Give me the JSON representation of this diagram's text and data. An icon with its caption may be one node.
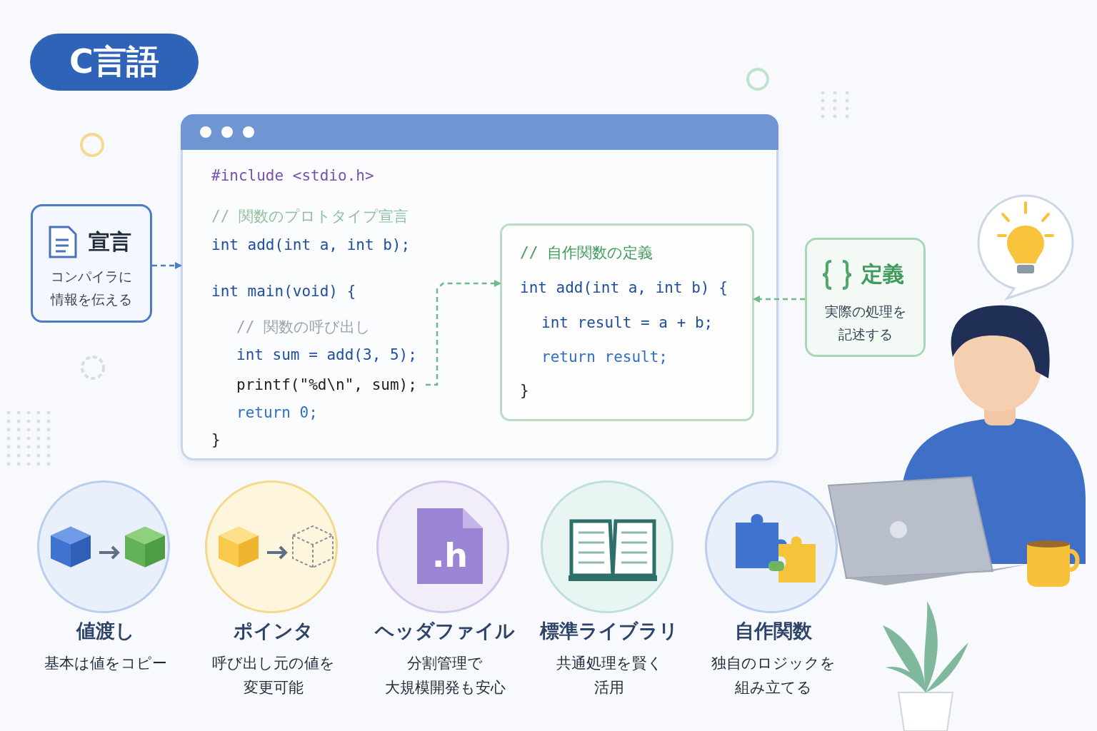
{
  "diagram": {
    "nodes": [
      {
        "text": [
          "C言語"
        ]
      },
      {
        "text": [
          "#include <stdio.h>",
          "// 関数のプロトタイプ宣言",
          "int add(int a, int b);",
          "int main(void) {",
          "// 関数の呼び出し",
          "int sum = add(3, 5);",
          "printf(\"%d\\n\", sum);",
          "return 0;",
          "}"
        ]
      },
      {
        "text": [
          "// 自作関数の定義",
          "int add(int a, int b) {",
          "int result = a + b;",
          "return result;",
          "}"
        ],
        "in": 1
      },
      {
        "text": [
          "宣言",
          "コンパイラに情報を伝える"
        ]
      },
      {
        "text": [
          "定義",
          "実際の処理を記述する"
        ]
      },
      {
        "text": [
          "値渡し",
          "基本は値をコピー"
        ]
      },
      {
        "text": [
          "ポインタ",
          "呼び出し元の値を変更可能"
        ]
      },
      {
        "text": [
          ".h",
          "ヘッダファイル",
          "分割管理で大規模開発も安心"
        ]
      },
      {
        "text": [
          "標準ライブラリ",
          "共通処理を賢く活用"
        ]
      },
      {
        "text": [
          "自作関数",
          "独自のロジックを組み立てる"
        ]
      }
    ],
    "edges": [
      {
        "from": 3,
        "to": 1,
        "arrow": "to",
        "style": "dashed",
        "color": "#4a7cc7"
      },
      {
        "from": null,
        "to": 2,
        "arrow": "to",
        "style": "dashed"
      },
      {
        "from": 4,
        "to": 2,
        "arrow": "to",
        "style": "dashed"
      }
    ]
  }
}
